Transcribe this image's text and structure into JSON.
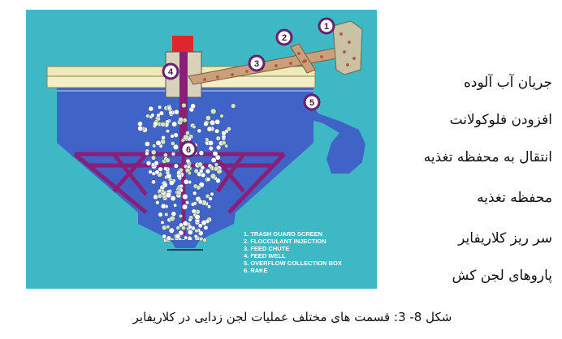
{
  "diagram": {
    "markers": [
      "1",
      "2",
      "3",
      "4",
      "5",
      "6"
    ],
    "legend": [
      "1. TRASH GUARD SCREEN",
      "2. FLOCCULANT INJECTION",
      "3. FEED CHUTE",
      "4. FEED WELL",
      "5. OVERFLOW COLLECTION BOX",
      "6. RAKE"
    ],
    "colors": {
      "background": "#3fb8c6",
      "water": "#3f63c7",
      "frame": "#8a1f7a",
      "drum": "#c9c3a3",
      "chute": "#c9a07a",
      "marker_fill": "#ffffff",
      "marker_ring": "#6b1f6f",
      "motor": "#e0252c"
    }
  },
  "labels": [
    "جریان آب آلوده",
    "افزودن فلوکولانت",
    "انتقال به محفظه تغذیه",
    "محفظه تغذیه",
    "سر ریز کلاریفایر",
    "پاروهای لجن کش"
  ],
  "caption": "شکل 8- 3: قسمت های مختلف عملیات لجن زدایی در کلاریفایر"
}
